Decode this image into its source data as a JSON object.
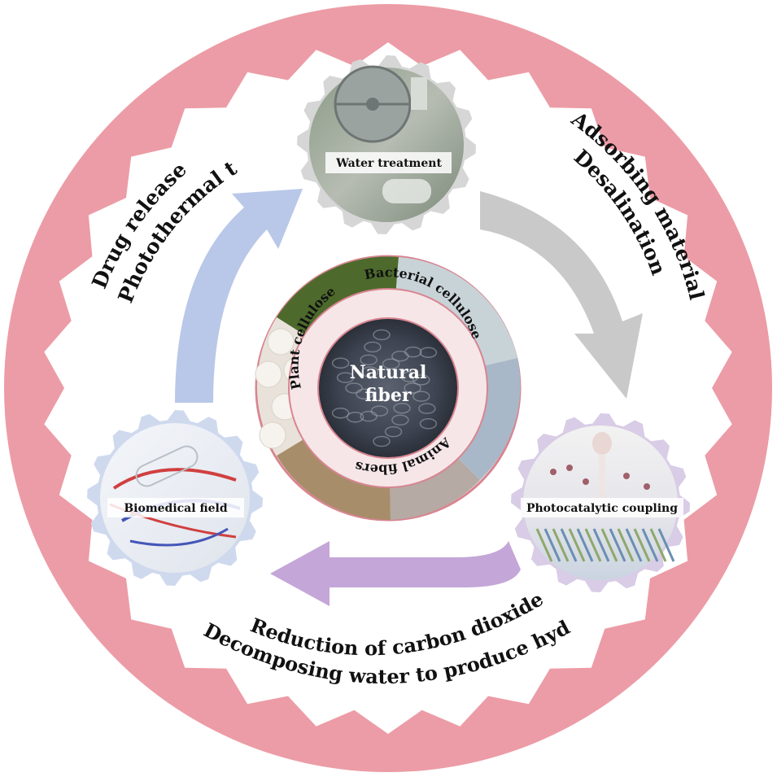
{
  "center": {
    "title_line1": "Natural",
    "title_line2": "fiber",
    "sources": [
      "Plant cellulose",
      "Bacterial cellulose",
      "Animal fibers"
    ]
  },
  "nodes": {
    "top": "Water treatment",
    "right": "Photocatalytic coupling",
    "left": "Biomedical field"
  },
  "arcs": {
    "upper_left_1": "Drug release",
    "upper_left_2": "Photothermal therapy",
    "upper_right_1": "Adsorbing material",
    "upper_right_2": "Desalination",
    "bottom_1": "Reduction of carbon dioxide",
    "bottom_2": "Decomposing water to produce hydrogen"
  },
  "colors": {
    "ring": "#ec9ca6",
    "center_border": "#d88590",
    "arrow_blue": "#b9c8e8",
    "arrow_gray": "#c9c9c9",
    "arrow_purple": "#c4a6d8",
    "gear_top": "#d6d6d6",
    "gear_right": "#d9cce6",
    "gear_left": "#cfd9ee"
  }
}
